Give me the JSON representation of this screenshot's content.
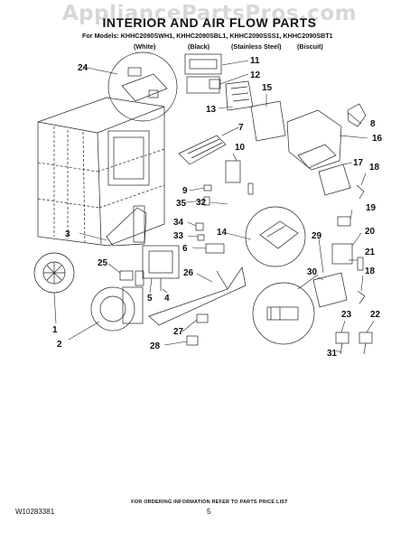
{
  "watermark": "AppliancePartsPros.com",
  "title": "INTERIOR AND AIR FLOW PARTS",
  "models": "For Models: KHHC2090SWH1, KHHC2090SBL1, KHHC2090SSS1, KHHC2090SBT1",
  "colors": [
    "(White)",
    "(Black)",
    "(Stainless Steel)",
    "(Biscuit)"
  ],
  "callouts": {
    "c1": "1",
    "c2": "2",
    "c3": "3",
    "c4": "4",
    "c5": "5",
    "c6": "6",
    "c7": "7",
    "c8": "8",
    "c9": "9",
    "c10": "10",
    "c11": "11",
    "c12": "12",
    "c13": "13",
    "c14": "14",
    "c15": "15",
    "c16": "16",
    "c17": "17",
    "c18a": "18",
    "c18b": "18",
    "c19": "19",
    "c20": "20",
    "c21": "21",
    "c22": "22",
    "c23": "23",
    "c24": "24",
    "c25": "25",
    "c26": "26",
    "c27": "27",
    "c28": "28",
    "c29": "29",
    "c30": "30",
    "c31": "31",
    "c32": "32",
    "c33": "33",
    "c34": "34",
    "c35": "35"
  },
  "footer_info": "FOR ORDERING INFORMATION REFER TO PARTS PRICE LIST",
  "doc_number": "W10283381",
  "page_number": "5"
}
